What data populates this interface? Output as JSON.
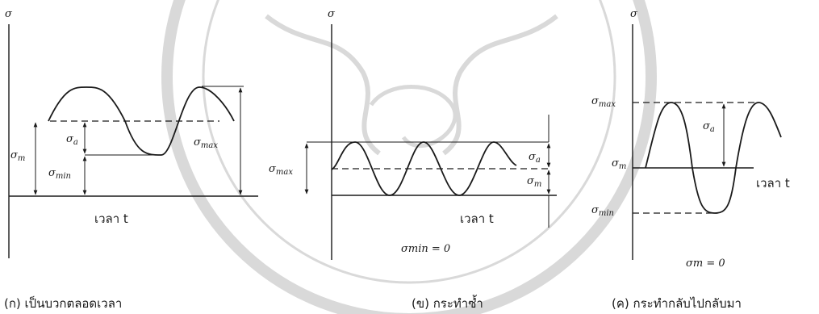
{
  "axis_symbol": "σ",
  "sigma": "σ",
  "subscripts": {
    "a": "a",
    "m": "m",
    "max": "max",
    "min": "min"
  },
  "panel_a": {
    "caption": "(ก) เป็นบวกตลอดเวลา",
    "time_label": "เวลา t"
  },
  "panel_b": {
    "caption": "(ข) กระทำซ้ำ",
    "time_label": "เวลา t",
    "condition": "σmin = 0"
  },
  "panel_c": {
    "caption": "(ค) กระทำกลับไปกลับมา",
    "time_label": "เวลา t",
    "condition": "σm = 0"
  }
}
